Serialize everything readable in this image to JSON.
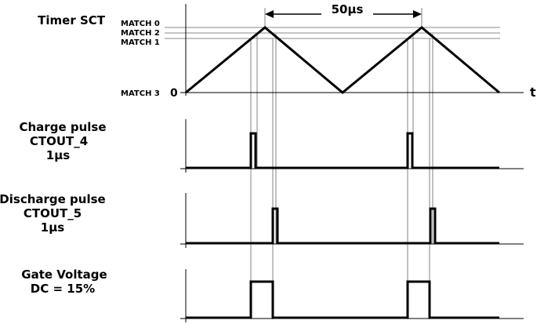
{
  "labels": {
    "timer": "Timer SCT",
    "match0": "MATCH 0",
    "match2": "MATCH 2",
    "match1": "MATCH 1",
    "match3": "MATCH 3",
    "zero": "0",
    "time_axis": "t",
    "period": "50µs"
  },
  "signals": [
    {
      "lines": [
        "Charge pulse",
        "CTOUT_4",
        "1µs"
      ]
    },
    {
      "lines": [
        "Discharge pulse",
        "CTOUT_5",
        "1µs"
      ]
    },
    {
      "lines": [
        "Gate Voltage",
        "DC = 15%"
      ]
    }
  ],
  "colors": {
    "ink": "#000000",
    "guide": "#808080",
    "match_line": "#8a8a8a"
  }
}
